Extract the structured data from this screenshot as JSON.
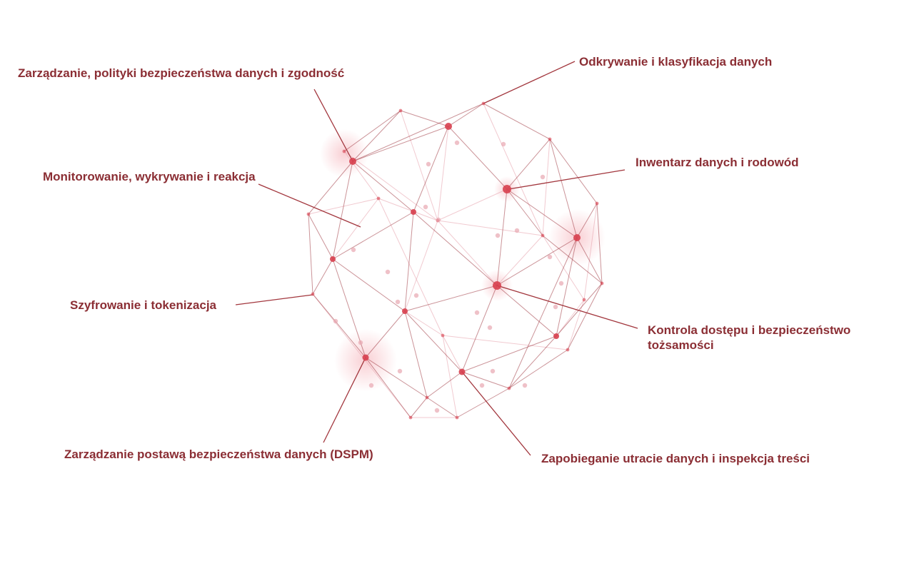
{
  "diagram": {
    "labels": {
      "governance": "Zarządzanie, polityki bezpieczeństwa danych i zgodność",
      "discovery": "Odkrywanie i klasyfikacja danych",
      "inventory": "Inwentarz danych i rodowód",
      "monitoring": "Monitorowanie, wykrywanie i reakcja",
      "encryption": "Szyfrowanie i tokenizacja",
      "access": "Kontrola dostępu i bezpieczeństwo tożsamości",
      "dspm": "Zarządzanie postawą bezpieczeństwa danych (DSPM)",
      "dlp": "Zapobieganie utracie danych i inspekcja treści"
    },
    "colors": {
      "label": "#8b2e34",
      "leader_line": "#a2363d",
      "mesh_dark": "#a03a44",
      "mesh_light": "#e8a7b0",
      "node": "#d8404f",
      "glow": "#f7c3c8"
    }
  }
}
